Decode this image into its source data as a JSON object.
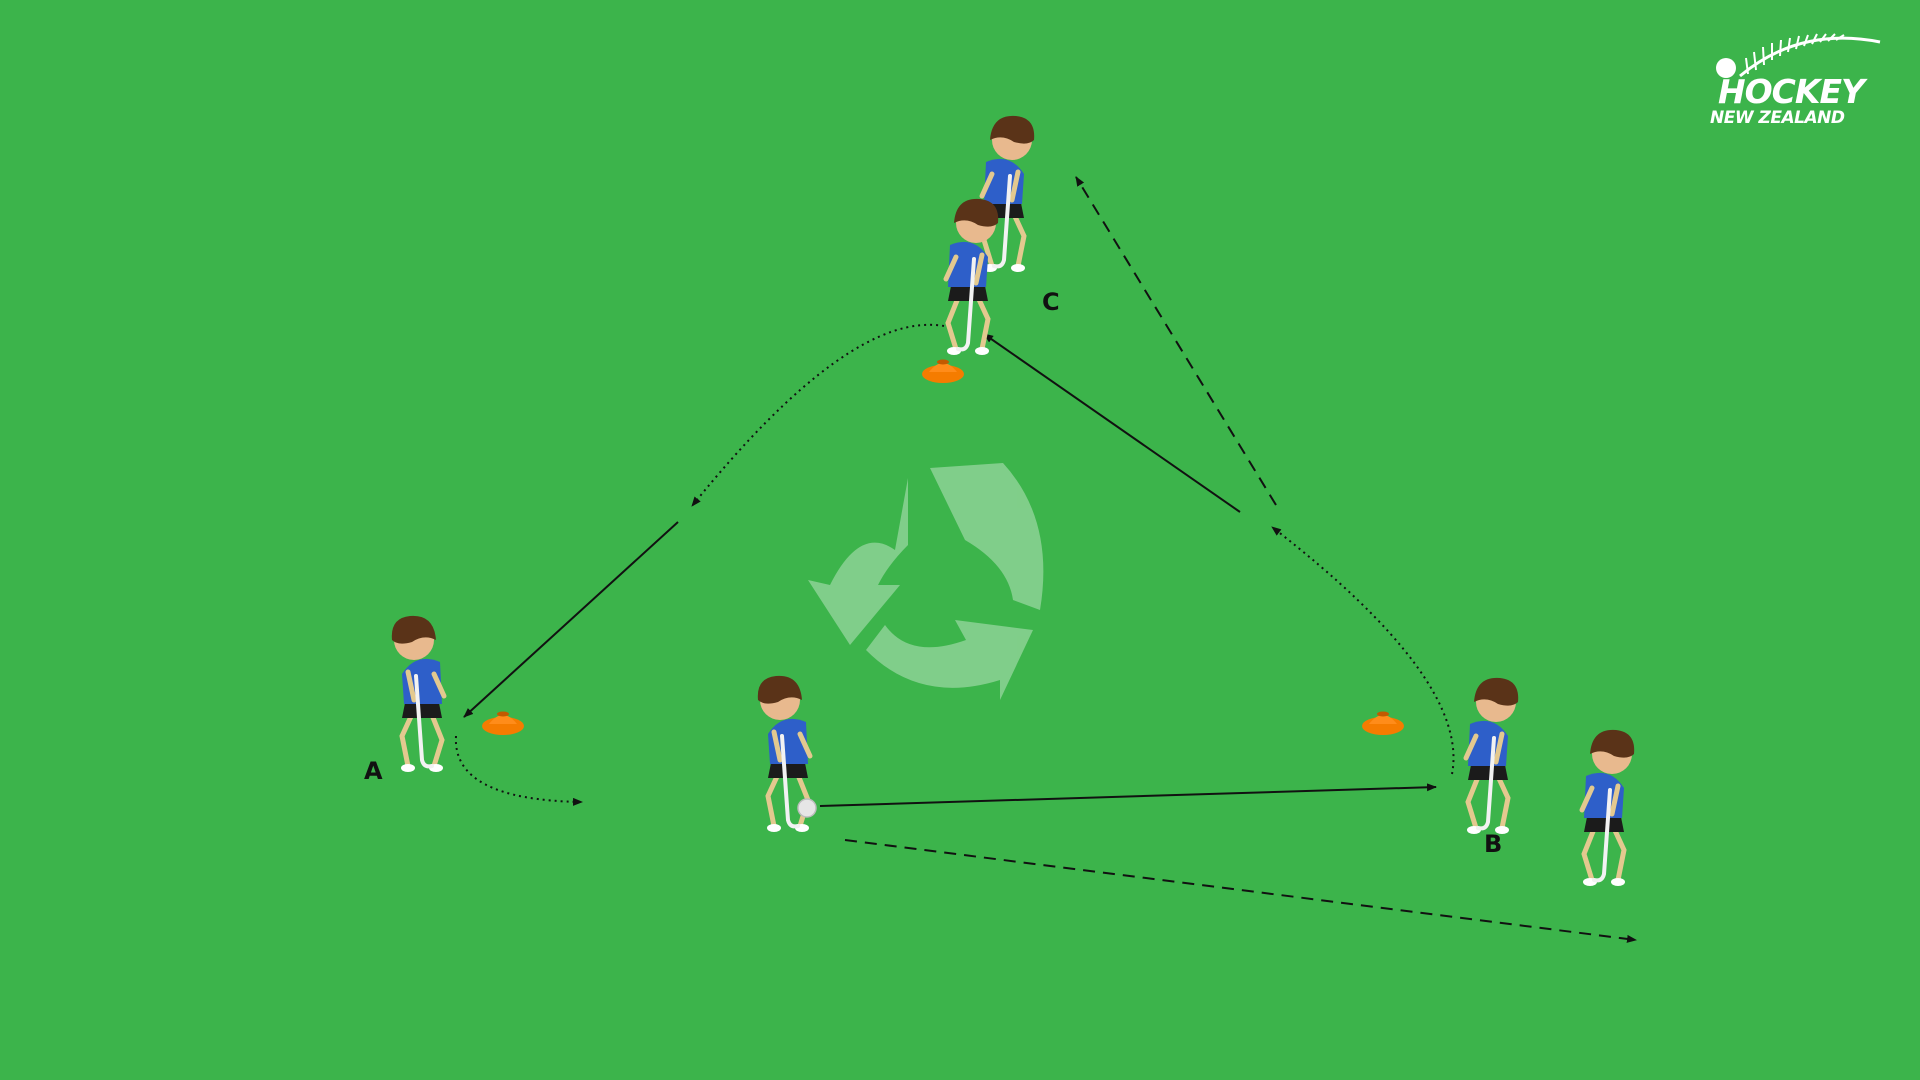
{
  "diagram": {
    "background_color": "#3cb44b",
    "stations": [
      {
        "id": "A",
        "label": "A"
      },
      {
        "id": "B",
        "label": "B"
      },
      {
        "id": "C",
        "label": "C"
      }
    ],
    "rotation_icon": "recycle-arrows-icon",
    "cone_color": "#f57c00",
    "uniform_color": "#2e5fc9"
  },
  "logo": {
    "line1": "HOCKEY",
    "line2": "NEW ZEALAND",
    "color": "#ffffff"
  }
}
